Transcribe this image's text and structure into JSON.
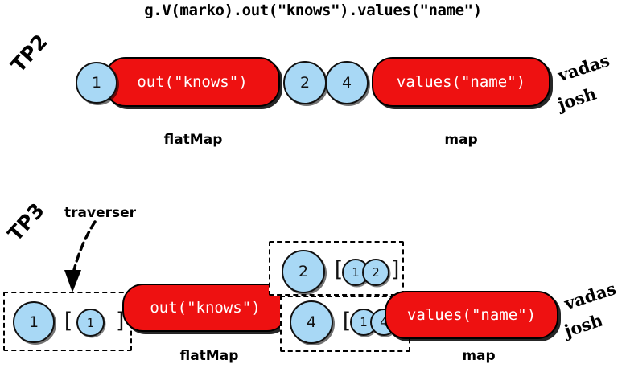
{
  "title": "g.V(marko).out(\"knows\").values(\"name\")",
  "rows": {
    "tp2": {
      "tag": "TP2",
      "steps": [
        {
          "label": "out(\"knows\")",
          "caption": "flatMap"
        },
        {
          "label": "values(\"name\")",
          "caption": "map"
        }
      ],
      "traversers": [
        {
          "value": "1"
        },
        {
          "value": "2"
        },
        {
          "value": "4"
        }
      ],
      "results": [
        "vadas",
        "josh"
      ]
    },
    "tp3": {
      "tag": "TP3",
      "annotation": "traverser",
      "steps": [
        {
          "label": "out(\"knows\")",
          "caption": "flatMap"
        },
        {
          "label": "values(\"name\")",
          "caption": "map"
        }
      ],
      "groups": [
        {
          "head": "1",
          "open": "[",
          "path": [
            "1"
          ],
          "close": "]"
        },
        {
          "head": "2",
          "open": "[",
          "path": [
            "1",
            "2"
          ],
          "close": "]"
        },
        {
          "head": "4",
          "open": "[",
          "path": [
            "1",
            "4"
          ],
          "close": "]"
        }
      ],
      "results": [
        "vadas",
        "josh"
      ]
    }
  },
  "colors": {
    "step_fill": "#ee1111",
    "step_text": "#ffffff",
    "circle_fill": "#a8d8f5",
    "outline": "#000000",
    "background": "#ffffff"
  }
}
